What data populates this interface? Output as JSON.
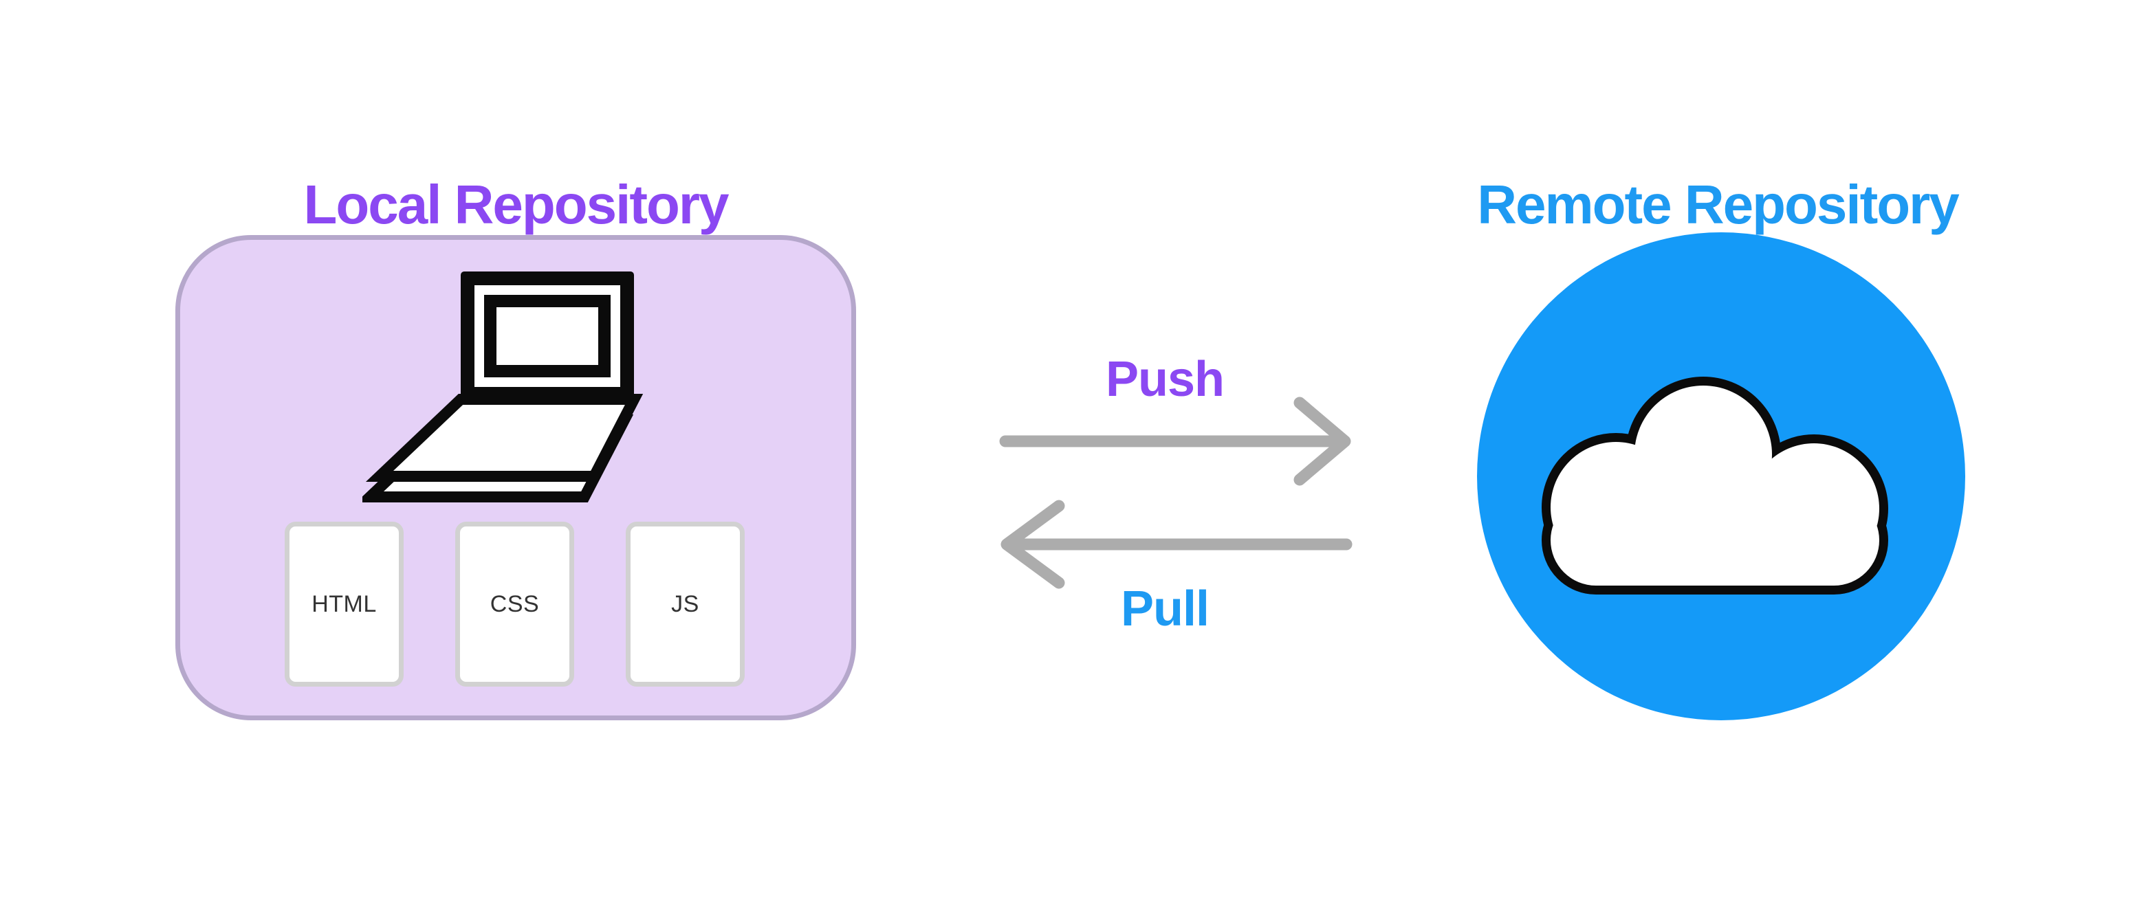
{
  "local": {
    "title": "Local Repository",
    "icon": "laptop-icon",
    "files": [
      {
        "label": "HTML"
      },
      {
        "label": "CSS"
      },
      {
        "label": "JS"
      }
    ]
  },
  "remote": {
    "title": "Remote Repository",
    "icon": "cloud-icon"
  },
  "arrows": {
    "push_label": "Push",
    "push_direction": "right",
    "pull_label": "Pull",
    "pull_direction": "left"
  },
  "colors": {
    "purple_text": "#8B48F2",
    "blue_text": "#1E9AF2",
    "circle_fill": "#149AF8",
    "box_fill": "#E5D1F7",
    "box_border": "#B5A7CB",
    "card_border": "#D1D1D1",
    "card_text": "#333333",
    "arrow_gray": "#ACACAC",
    "ink": "#0B0B0B",
    "background": "#FFFFFF"
  }
}
